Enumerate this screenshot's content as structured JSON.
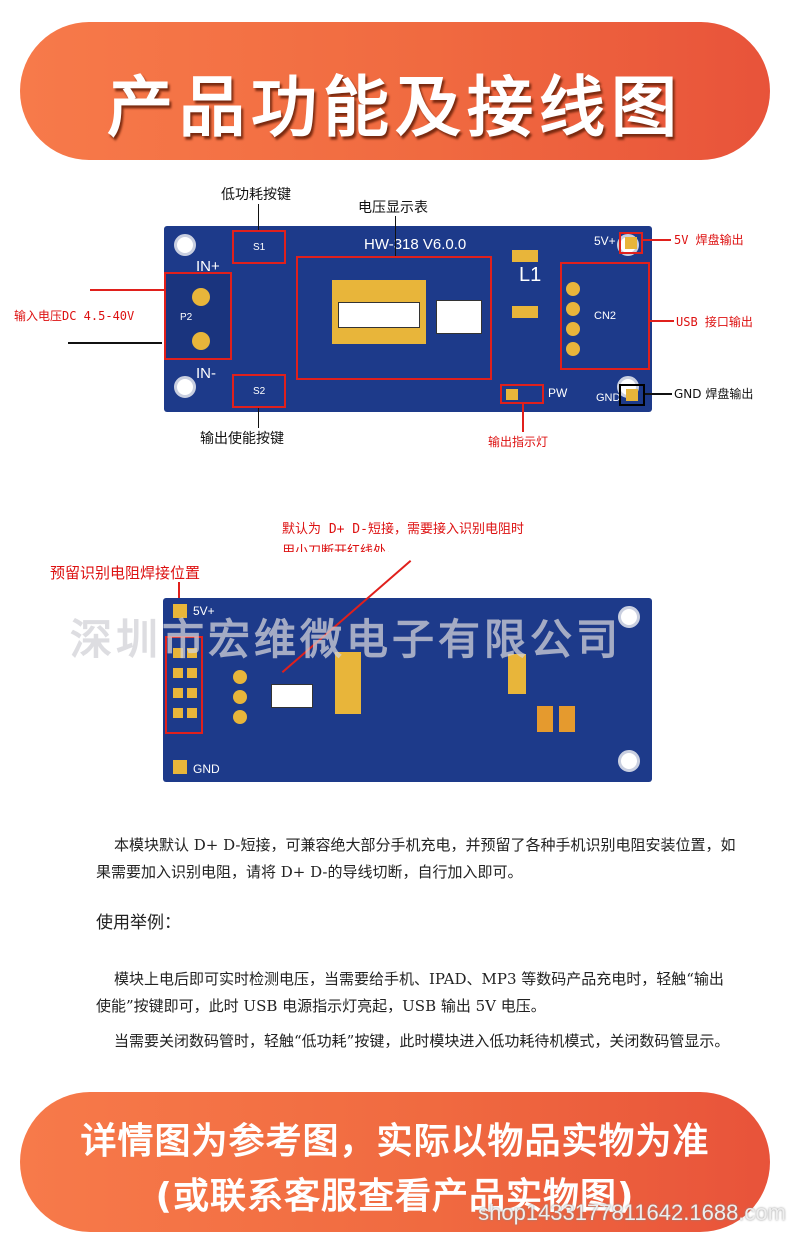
{
  "header": {
    "title": "产品功能及接线图"
  },
  "board_top": {
    "model": "HW-318 V6.0.0",
    "silk": {
      "in_plus": "IN+",
      "in_minus": "IN-",
      "p2": "P2",
      "s1": "S1",
      "s2": "S2",
      "l1": "L1",
      "cn2": "CN2",
      "pw": "PW",
      "v5": "5V+",
      "gnd": "GND"
    },
    "labels": {
      "low_power_key": "低功耗按键",
      "voltage_display": "电压显示表",
      "input_voltage": "输入电压DC 4.5-40V",
      "output_enable_key": "输出使能按键",
      "output_indicator": "输出指示灯",
      "v5_pad_output": "5V 焊盘输出",
      "usb_output": "USB 接口输出",
      "gnd_pad_output": "GND 焊盘输出"
    }
  },
  "board_bottom": {
    "silk": {
      "v5": "5V+",
      "gnd": "GND"
    },
    "note_line1": "默认为 D+ D-短接，需要接入识别电阻时",
    "note_line2": "用小刀断开红线处。",
    "reserve_label": "预留识别电阻焊接位置",
    "watermark": "深圳市宏维微电子有限公司"
  },
  "paragraphs": {
    "p1": "本模块默认 D+ D-短接，可兼容绝大部分手机充电，并预留了各种手机识别电阻安装位置，如果需要加入识别电阻，请将 D+ D-的导线切断，自行加入即可。",
    "usage_title": "使用举例：",
    "p2": "模块上电后即可实时检测电压，当需要给手机、IPAD、MP3 等数码产品充电时，轻触“输出使能”按键即可，此时 USB 电源指示灯亮起，USB 输出 5V 电压。",
    "p3": "当需要关闭数码管时，轻触“低功耗”按键，此时模块进入低功耗待机模式，关闭数码管显示。"
  },
  "footer": {
    "line1": "详情图为参考图，实际以物品实物为准",
    "line2": "(或联系客服查看产品实物图)",
    "url": "shop1433177811642.1688.com"
  }
}
